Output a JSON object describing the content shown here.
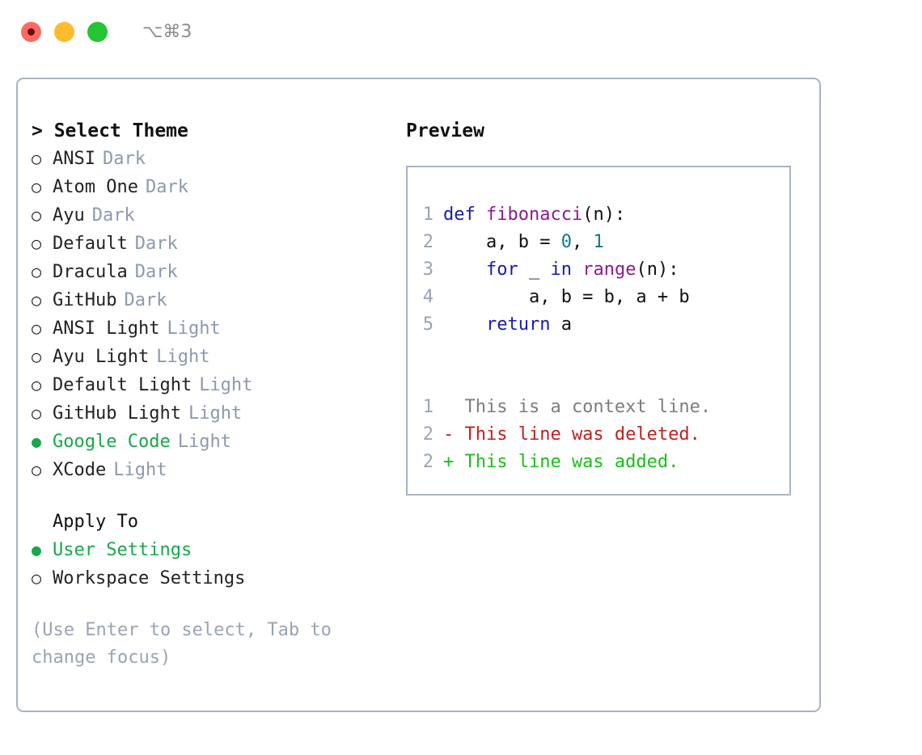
{
  "titlebar": {
    "shortcut": "⌥⌘3",
    "lights": [
      {
        "name": "close",
        "color": "#fb6b62",
        "recording": true
      },
      {
        "name": "minimize",
        "color": "#fdbc2e",
        "recording": false
      },
      {
        "name": "maximize",
        "color": "#24c433",
        "recording": false
      }
    ]
  },
  "colors": {
    "accent_green": "#17a84a",
    "muted": "#8e99ad",
    "border": "#a9b3c4",
    "text": "#222222",
    "keyword": "#1a1ab0",
    "function": "#8e1a8e",
    "number": "#0b7b7b",
    "diff_added": "#18c018",
    "diff_deleted": "#c21f1f",
    "diff_context": "#7d7d7d"
  },
  "theme_picker": {
    "heading": "> Select Theme",
    "options": [
      {
        "bullet": "○",
        "label": "ANSI",
        "suffix": "Dark",
        "selected": false
      },
      {
        "bullet": "○",
        "label": "Atom One",
        "suffix": "Dark",
        "selected": false
      },
      {
        "bullet": "○",
        "label": "Ayu",
        "suffix": "Dark",
        "selected": false
      },
      {
        "bullet": "○",
        "label": "Default",
        "suffix": "Dark",
        "selected": false
      },
      {
        "bullet": "○",
        "label": "Dracula",
        "suffix": "Dark",
        "selected": false
      },
      {
        "bullet": "○",
        "label": "GitHub",
        "suffix": "Dark",
        "selected": false
      },
      {
        "bullet": "○",
        "label": "ANSI Light",
        "suffix": "Light",
        "selected": false
      },
      {
        "bullet": "○",
        "label": "Ayu Light",
        "suffix": "Light",
        "selected": false
      },
      {
        "bullet": "○",
        "label": "Default Light",
        "suffix": "Light",
        "selected": false
      },
      {
        "bullet": "○",
        "label": "GitHub Light",
        "suffix": "Light",
        "selected": false
      },
      {
        "bullet": "●",
        "label": "Google Code",
        "suffix": "Light",
        "selected": true
      },
      {
        "bullet": "○",
        "label": "XCode",
        "suffix": "Light",
        "selected": false
      }
    ]
  },
  "apply_to": {
    "label": "Apply To",
    "options": [
      {
        "bullet": "●",
        "label": "User Settings",
        "selected": true
      },
      {
        "bullet": "○",
        "label": "Workspace Settings",
        "selected": false
      }
    ]
  },
  "hint": "(Use Enter to select, Tab to change focus)",
  "preview": {
    "title": "Preview",
    "code_lines": [
      {
        "lnum": "1",
        "tokens": [
          {
            "t": "def",
            "c": "kw"
          },
          {
            "t": " ",
            "c": "plain"
          },
          {
            "t": "fibonacci",
            "c": "fn"
          },
          {
            "t": "(n):",
            "c": "plain"
          }
        ]
      },
      {
        "lnum": "2",
        "tokens": [
          {
            "t": "    a, b = ",
            "c": "plain"
          },
          {
            "t": "0",
            "c": "num"
          },
          {
            "t": ", ",
            "c": "plain"
          },
          {
            "t": "1",
            "c": "num"
          }
        ]
      },
      {
        "lnum": "3",
        "tokens": [
          {
            "t": "    ",
            "c": "plain"
          },
          {
            "t": "for",
            "c": "kw"
          },
          {
            "t": " _ ",
            "c": "plain"
          },
          {
            "t": "in",
            "c": "kw"
          },
          {
            "t": " ",
            "c": "plain"
          },
          {
            "t": "range",
            "c": "fn"
          },
          {
            "t": "(n):",
            "c": "plain"
          }
        ]
      },
      {
        "lnum": "4",
        "tokens": [
          {
            "t": "        a, b = b, a + b",
            "c": "plain"
          }
        ]
      },
      {
        "lnum": "5",
        "tokens": [
          {
            "t": "    ",
            "c": "plain"
          },
          {
            "t": "return",
            "c": "kw"
          },
          {
            "t": " a",
            "c": "plain"
          }
        ]
      }
    ],
    "diff_lines": [
      {
        "lnum": "1",
        "text": "  This is a context line.",
        "kind": "d-ctx"
      },
      {
        "lnum": "2",
        "text": "- This line was deleted.",
        "kind": "d-del"
      },
      {
        "lnum": "2",
        "text": "+ This line was added.",
        "kind": "d-add"
      }
    ]
  }
}
